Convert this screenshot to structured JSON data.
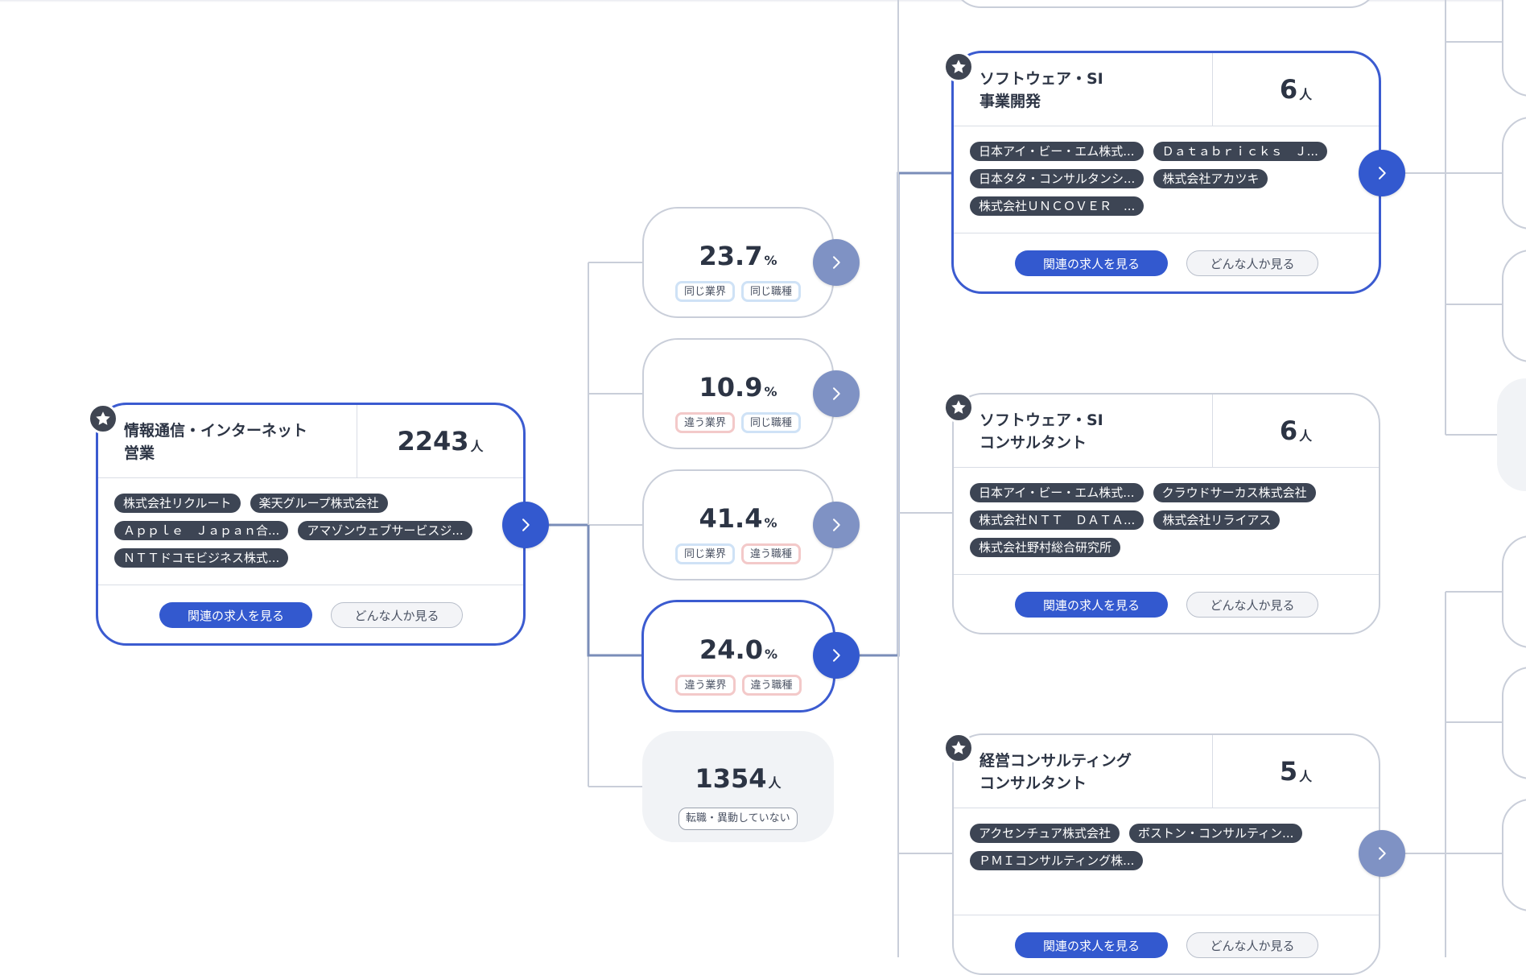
{
  "source_card": {
    "title_line1": "情報通信・インターネット",
    "title_line2": "営業",
    "count": "2243",
    "unit": "人",
    "companies": [
      [
        "株式会社リクルート",
        "楽天グループ株式会社"
      ],
      [
        "Ａｐｐｌｅ　Ｊａｐａｎ合...",
        "アマゾンウェブサービスジ..."
      ],
      [
        "ＮＴＴドコモビジネス株式..."
      ]
    ],
    "primary_button": "関連の求人を見る",
    "secondary_button": "どんな人か見る"
  },
  "ratios": [
    {
      "percent": "23.7",
      "unit": "%",
      "industry": "同じ業界",
      "job": "同じ職種",
      "industry_kind": "same",
      "job_kind": "same",
      "selected": false
    },
    {
      "percent": "10.9",
      "unit": "%",
      "industry": "違う業界",
      "job": "同じ職種",
      "industry_kind": "diff",
      "job_kind": "same",
      "selected": false
    },
    {
      "percent": "41.4",
      "unit": "%",
      "industry": "同じ業界",
      "job": "違う職種",
      "industry_kind": "same",
      "job_kind": "diff",
      "selected": false
    },
    {
      "percent": "24.0",
      "unit": "%",
      "industry": "違う業界",
      "job": "違う職種",
      "industry_kind": "diff",
      "job_kind": "diff",
      "selected": true
    }
  ],
  "stay": {
    "count": "1354",
    "unit": "人",
    "label": "転職・異動していない"
  },
  "target_cards": [
    {
      "title_line1": "ソフトウェア・SI",
      "title_line2": "事業開発",
      "count": "6",
      "unit": "人",
      "selected": true,
      "companies": [
        [
          "日本アイ・ビー・エム株式...",
          "Ｄａｔａｂｒｉｃｋｓ　Ｊ..."
        ],
        [
          "日本タタ・コンサルタンシ...",
          "株式会社アカツキ"
        ],
        [
          "株式会社ＵＮＣＯＶＥＲ　..."
        ]
      ],
      "primary_button": "関連の求人を見る",
      "secondary_button": "どんな人か見る",
      "arrow": "active"
    },
    {
      "title_line1": "ソフトウェア・SI",
      "title_line2": "コンサルタント",
      "count": "6",
      "unit": "人",
      "selected": false,
      "companies": [
        [
          "日本アイ・ビー・エム株式...",
          "クラウドサーカス株式会社"
        ],
        [
          "株式会社ＮＴＴ　ＤＡＴＡ...",
          "株式会社リライアス"
        ],
        [
          "株式会社野村総合研究所"
        ]
      ],
      "primary_button": "関連の求人を見る",
      "secondary_button": "どんな人か見る",
      "arrow": "none"
    },
    {
      "title_line1": "経営コンサルティング",
      "title_line2": "コンサルタント",
      "count": "5",
      "unit": "人",
      "selected": false,
      "companies": [
        [
          "アクセンチュア株式会社",
          "ボストン・コンサルティン..."
        ],
        [
          "ＰＭＩコンサルティング株..."
        ]
      ],
      "primary_button": "関連の求人を見る",
      "secondary_button": "どんな人か見る",
      "arrow": "muted"
    }
  ],
  "colors": {
    "accent": "#3359cf",
    "selected_border": "#3b5bd0",
    "muted_arrow": "#7f92c4",
    "tag_bg": "#3d4554",
    "same_chip": "#cfe2f6",
    "diff_chip": "#f3c9c9",
    "connector": "#c9ced9",
    "connector_active": "#7a8db8"
  },
  "icons": {
    "badge": "star-icon",
    "arrow": "chevron-right-icon"
  }
}
